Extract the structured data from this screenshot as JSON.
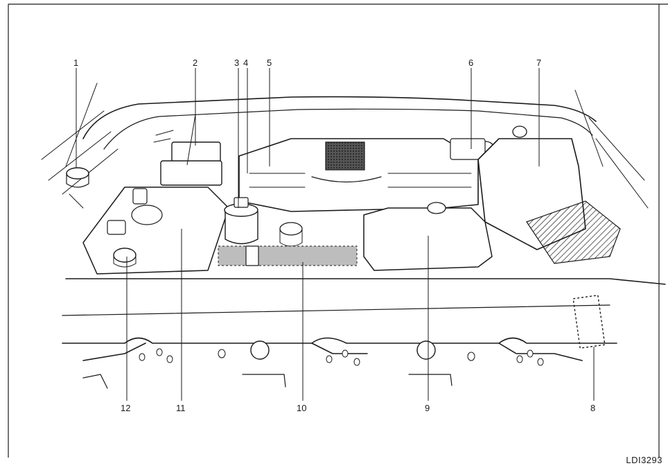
{
  "callouts": [
    {
      "id": "1",
      "label": "1"
    },
    {
      "id": "2",
      "label": "2"
    },
    {
      "id": "3",
      "label": "3"
    },
    {
      "id": "4",
      "label": "4"
    },
    {
      "id": "5",
      "label": "5"
    },
    {
      "id": "6",
      "label": "6"
    },
    {
      "id": "7",
      "label": "7"
    },
    {
      "id": "8",
      "label": "8"
    },
    {
      "id": "9",
      "label": "9"
    },
    {
      "id": "10",
      "label": "10"
    },
    {
      "id": "11",
      "label": "11"
    },
    {
      "id": "12",
      "label": "12"
    }
  ],
  "reference_code": "LDI3293"
}
